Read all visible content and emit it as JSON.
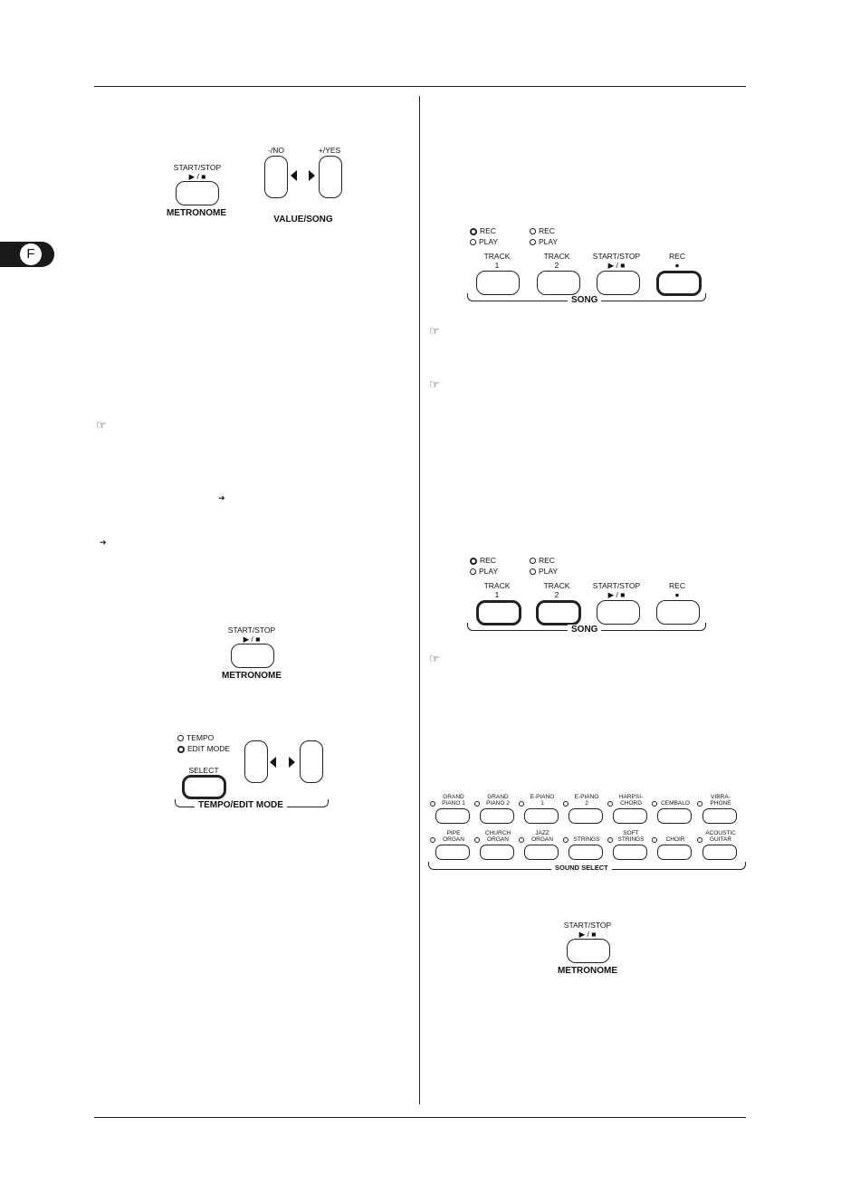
{
  "tab": {
    "letter": "F"
  },
  "glyphs": {
    "play_stop": "▶ / ■",
    "rec_dot": "●",
    "hand": "☞",
    "arrow": "➔"
  },
  "fig_metronome_value": {
    "start_stop": "START/STOP",
    "metronome": "METRONOME",
    "minus_no": "-/NO",
    "plus_yes": "+/YES",
    "value_song": "VALUE/SONG"
  },
  "fig_song_1": {
    "track1_leds": {
      "rec": "REC",
      "play": "PLAY",
      "rec_on": true
    },
    "track2_leds": {
      "rec": "REC",
      "play": "PLAY",
      "rec_on": false
    },
    "track1": "TRACK",
    "track1_num": "1",
    "track2": "TRACK",
    "track2_num": "2",
    "start_stop": "START/STOP",
    "rec": "REC",
    "song": "SONG",
    "active": [
      "rec"
    ]
  },
  "fig_song_2": {
    "track1_leds": {
      "rec": "REC",
      "play": "PLAY",
      "rec_on": true
    },
    "track2_leds": {
      "rec": "REC",
      "play": "PLAY",
      "rec_on": false
    },
    "track1": "TRACK",
    "track1_num": "1",
    "track2": "TRACK",
    "track2_num": "2",
    "start_stop": "START/STOP",
    "rec": "REC",
    "song": "SONG",
    "active": [
      "track1",
      "track2"
    ]
  },
  "fig_metronome_2": {
    "start_stop": "START/STOP",
    "metronome": "METRONOME"
  },
  "fig_tempo": {
    "tempo": "TEMPO",
    "edit_mode": "EDIT MODE",
    "select": "SELECT",
    "tempo_edit_mode": "TEMPO/EDIT MODE",
    "edit_mode_on": true
  },
  "fig_sound_select": {
    "row1": [
      {
        "l1": "GRAND",
        "l2": "PIANO 1"
      },
      {
        "l1": "GRAND",
        "l2": "PIANO 2"
      },
      {
        "l1": "E-PIANO",
        "l2": "1"
      },
      {
        "l1": "E-PIANO",
        "l2": "2"
      },
      {
        "l1": "HARPSI-",
        "l2": "CHORD"
      },
      {
        "l1": "",
        "l2": "CEMBALO"
      },
      {
        "l1": "VIBRA-",
        "l2": "PHONE"
      }
    ],
    "row2": [
      {
        "l1": "PIPE",
        "l2": "ORGAN"
      },
      {
        "l1": "CHURCH",
        "l2": "ORGAN"
      },
      {
        "l1": "JAZZ",
        "l2": "ORGAN"
      },
      {
        "l1": "",
        "l2": "STRINGS"
      },
      {
        "l1": "SOFT",
        "l2": "STRINGS"
      },
      {
        "l1": "",
        "l2": "CHOIR"
      },
      {
        "l1": "ACOUSTIC",
        "l2": "GUITAR"
      }
    ],
    "label": "SOUND SELECT"
  },
  "fig_metronome_3": {
    "start_stop": "START/STOP",
    "metronome": "METRONOME"
  }
}
